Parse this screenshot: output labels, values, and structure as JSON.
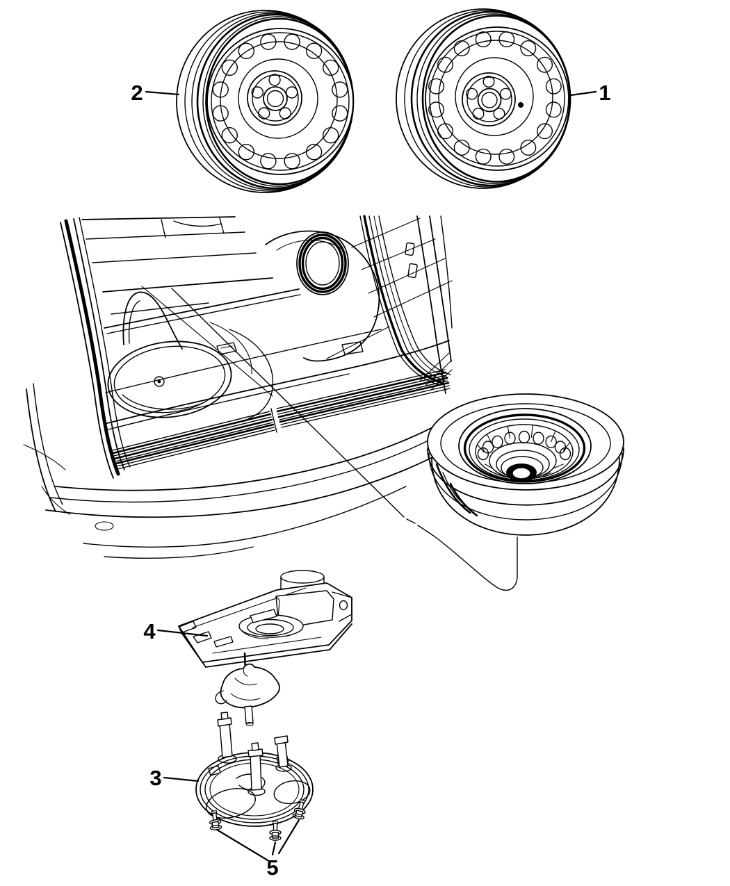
{
  "figure": {
    "type": "vehicle-spare-tire-parts-diagram",
    "background_color": "#ffffff",
    "line_color": "#000000",
    "callouts": [
      {
        "label": "1"
      },
      {
        "label": "2"
      },
      {
        "label": "3"
      },
      {
        "label": "4"
      },
      {
        "label": "5"
      }
    ]
  }
}
